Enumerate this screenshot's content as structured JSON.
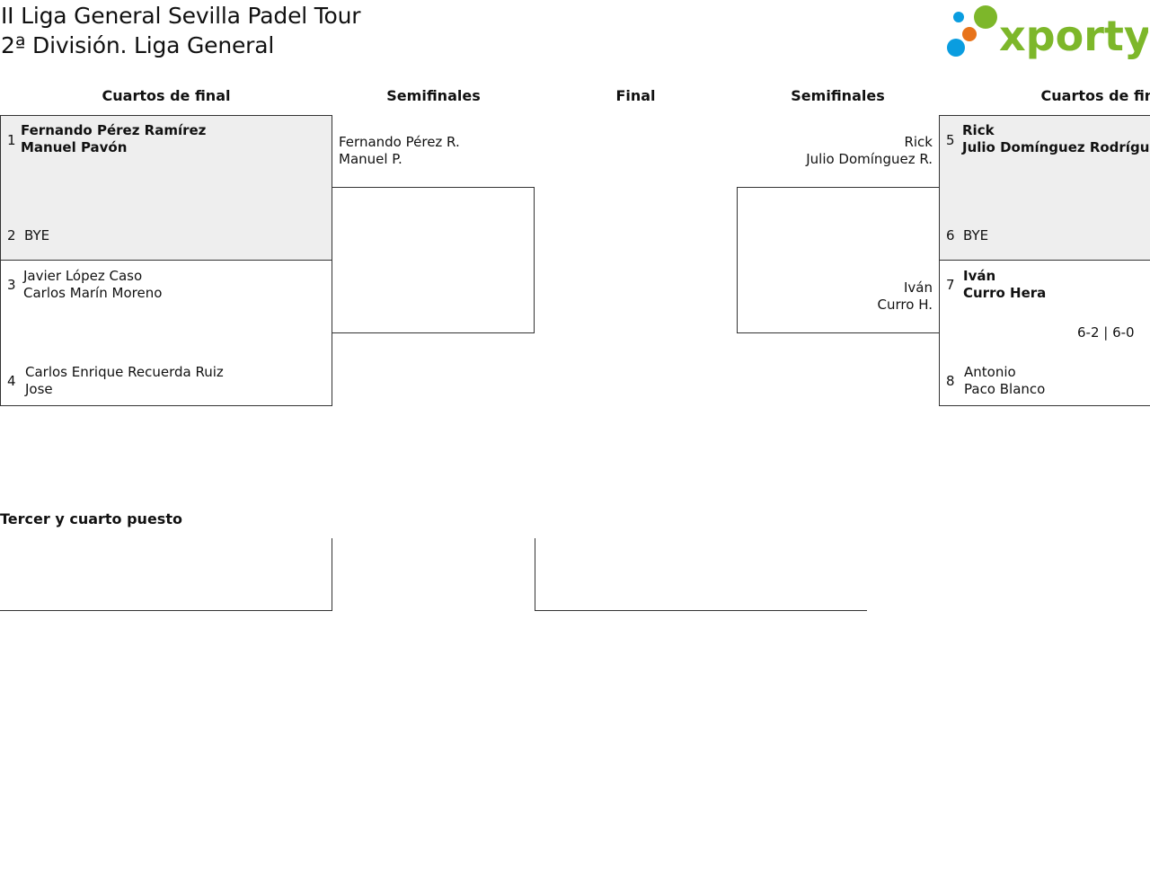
{
  "header": {
    "title_line1": "II Liga General Sevilla Padel Tour",
    "title_line2": "2ª División. Liga General"
  },
  "logo": {
    "text": "xporty",
    "colors": {
      "blue": "#0a9de0",
      "orange": "#e8731a",
      "green": "#7db72a"
    }
  },
  "rounds": {
    "left_quarter": "Cuartos de final",
    "left_semi": "Semifinales",
    "final": "Final",
    "right_semi": "Semifinales",
    "right_quarter": "Cuartos de final"
  },
  "left_quarters": [
    {
      "top": {
        "seed": "1",
        "player1": "Fernando Pérez Ramírez",
        "player2": "Manuel Pavón",
        "winner": true
      },
      "bottom": {
        "seed": "2",
        "player1": "BYE",
        "player2": ""
      }
    },
    {
      "top": {
        "seed": "3",
        "player1": "Javier López Caso",
        "player2": "Carlos Marín Moreno"
      },
      "bottom": {
        "seed": "4",
        "player1": "Carlos Enrique Recuerda Ruiz",
        "player2": "Jose"
      }
    }
  ],
  "right_quarters": [
    {
      "top": {
        "seed": "5",
        "player1": "Rick",
        "player2": "Julio Domínguez Rodríguez",
        "winner": true
      },
      "bottom": {
        "seed": "6",
        "player1": "BYE",
        "player2": ""
      }
    },
    {
      "top": {
        "seed": "7",
        "player1": "Iván",
        "player2": "Curro Hera",
        "winner": true
      },
      "score": "6-2 | 6-0",
      "bottom": {
        "seed": "8",
        "player1": "Antonio",
        "player2": "Paco Blanco"
      }
    }
  ],
  "left_semis": {
    "top": {
      "player1": "Fernando Pérez R.",
      "player2": "Manuel P."
    },
    "bottom": {
      "player1": "",
      "player2": ""
    }
  },
  "right_semis": {
    "top": {
      "player1": "Rick",
      "player2": "Julio Domínguez R."
    },
    "bottom": {
      "player1": "Iván",
      "player2": "Curro H."
    }
  },
  "third_place": {
    "label": "Tercer y cuarto puesto"
  }
}
